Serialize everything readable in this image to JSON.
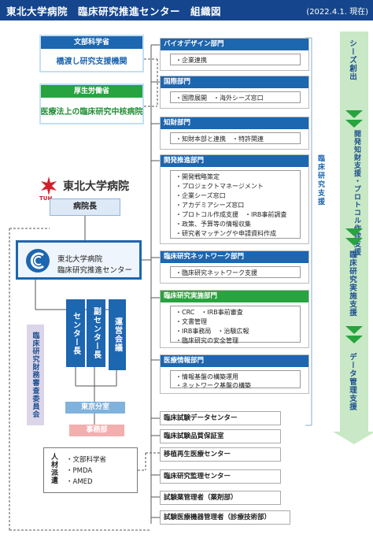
{
  "header": {
    "title": "東北大学病院　臨床研究推進センター　組織図",
    "date": "(2022.4.1. 現在)"
  },
  "agencies": [
    {
      "ministry": "文部科学省",
      "program": "橋渡し研究支援機関"
    },
    {
      "ministry": "厚生労働省",
      "program": "医療法上の臨床研究中核病院"
    }
  ],
  "hospital": {
    "name": "東北大学病院",
    "logo_text": "TUH",
    "director": "病院長"
  },
  "center": {
    "line1": "東北大学病院",
    "line2": "臨床研究推進センター"
  },
  "leadership": {
    "center_head": "センター長",
    "vice_head": "副センター長",
    "council": "運営会議"
  },
  "finance_committee": "臨床研究財務審査委員会",
  "tokyo_office": "東京分室",
  "secretariat": "事務部",
  "dispatch": {
    "label": "人材派遣",
    "items": [
      "・文部科学省",
      "・PMDA",
      "・AMED"
    ]
  },
  "departments": [
    {
      "title": "バイオデザイン部門",
      "items": [
        "企業連携"
      ]
    },
    {
      "title": "国際部門",
      "items": [
        "国際展開　・海外シーズ窓口"
      ]
    },
    {
      "title": "知財部門",
      "items": [
        "知財本部と連携　・特許関連"
      ]
    },
    {
      "title": "開発推進部門",
      "items": [
        "開発戦略策定",
        "プロジェクトマネージメント",
        "企業シーズ窓口",
        "アカデミアシーズ窓口",
        "プロトコル作成支援　・IRB事前調査",
        "政策、予算等の情報収集",
        "研究者マッチングや申請資料作成"
      ]
    },
    {
      "title": "臨床研究ネットワーク部門",
      "items": [
        "臨床研究ネットワーク支援"
      ]
    },
    {
      "title": "臨床研究実施部門",
      "items": [
        "CRC　・IRB事前審査",
        "文書管理",
        "IRB事務局　・治験広報",
        "臨床研究の安全管理"
      ]
    },
    {
      "title": "医療情報部門",
      "items": [
        "情報基盤の構築運用",
        "ネットワーク基盤の構築"
      ]
    }
  ],
  "ringi": "臨床研究支援",
  "external_units": [
    "臨床試験データセンター",
    "臨床試験品質保証室",
    "移植再生医療センター",
    "臨床研究監理センター",
    "試験薬管理者（薬剤部）",
    "試験医療機器管理者（診療技術部）"
  ],
  "phases": [
    "シーズ創出",
    "開発知財支援・プロトコル作成支援",
    "臨床研究実施支援",
    "データ管理支援"
  ],
  "colors": {
    "brand_blue": "#1d66b0",
    "header_navy": "#14458d",
    "green": "#27a33f",
    "strip_green": "#c9e8c5"
  }
}
